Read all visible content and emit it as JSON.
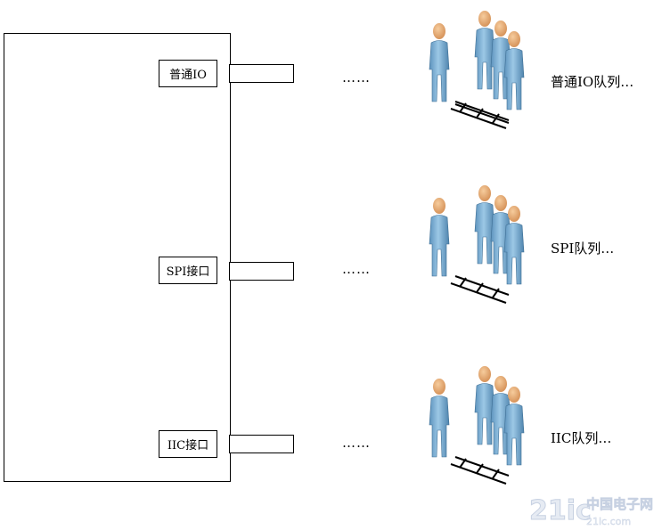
{
  "ports": [
    {
      "label": "普通IO",
      "dots": "……",
      "queue": "普通IO队列…"
    },
    {
      "label": "SPI接口",
      "dots": "……",
      "queue": "SPI队列…"
    },
    {
      "label": "IIC接口",
      "dots": "……",
      "queue": "IIC队列…"
    }
  ],
  "watermark": {
    "text": "21ic中国电子网",
    "color": "#cfd7e6"
  },
  "colors": {
    "person_body": "#7fb2d6",
    "person_head": "#eab07a",
    "line": "#000000"
  }
}
